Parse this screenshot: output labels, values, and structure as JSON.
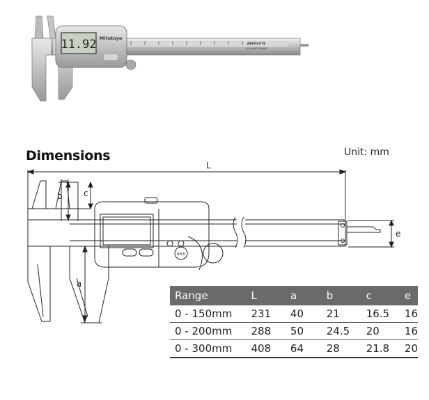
{
  "photo": {
    "lcd_reading": "11.92",
    "brand": "Mitutoyo",
    "scale_label": "ABSOLUTE",
    "scale_sublabel": "COOLANT PROOF"
  },
  "dimensions_title": "Dimensions",
  "unit_label": "Unit: mm",
  "diagram": {
    "dim_L": "L",
    "dim_a": "a",
    "dim_b": "b",
    "dim_c": "c",
    "dim_e": "e",
    "ip_mark": "IP65"
  },
  "table": {
    "headers": [
      "Range",
      "L",
      "a",
      "b",
      "c",
      "e"
    ],
    "rows": [
      [
        "0 - 150mm",
        "231",
        "40",
        "21",
        "16.5",
        "16"
      ],
      [
        "0 - 200mm",
        "288",
        "50",
        "24.5",
        "20",
        "16"
      ],
      [
        "0 - 300mm",
        "408",
        "64",
        "28",
        "21.8",
        "20"
      ]
    ]
  }
}
